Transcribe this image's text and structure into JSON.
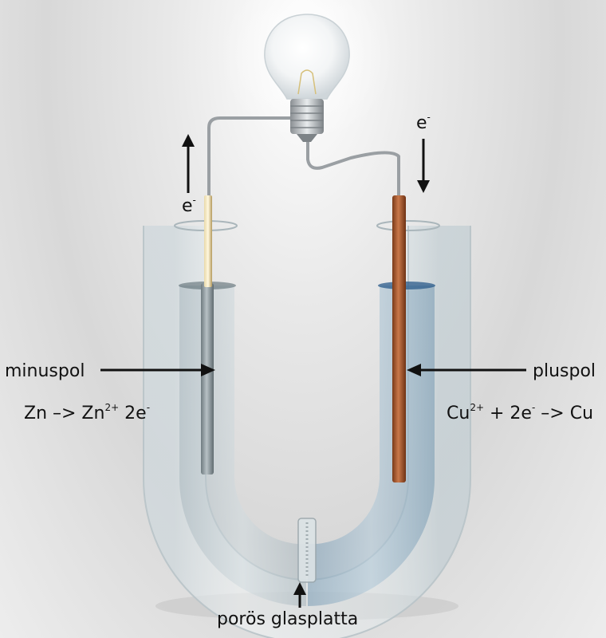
{
  "labels": {
    "minuspol": "minuspol",
    "pluspol": "pluspol",
    "glasplatta": "porös glasplatta",
    "electron_symbol": "e",
    "electron_charge": "-"
  },
  "zn_equation": {
    "left": "Zn –> Zn",
    "left_charge": "2+",
    "right": " 2e",
    "right_charge": "-"
  },
  "cu_equation": {
    "left": "Cu",
    "left_charge": "2+",
    "middle": " + 2e",
    "middle_charge": "-",
    "right": " –> Cu"
  },
  "colors": {
    "zinc": "#8e9aa0",
    "copper": "#a65a2e",
    "solution_left": "#b9c6cc",
    "solution_right": "#8fb0c8",
    "glass": "#dfe7ea",
    "arrow": "#111111"
  }
}
